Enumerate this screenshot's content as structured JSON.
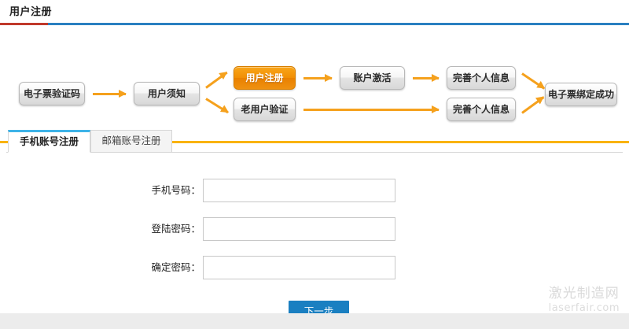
{
  "header": {
    "title": "用户注册",
    "rule_accent_color": "#c0392b",
    "rule_color": "#2a7fc1"
  },
  "flow": {
    "accent_color": "#f5a11d",
    "active_color": "#ef9110",
    "nodes": [
      {
        "id": "verify-code",
        "label": "电子票验证码",
        "active": false
      },
      {
        "id": "user-notice",
        "label": "用户须知",
        "active": false
      },
      {
        "id": "user-register",
        "label": "用户注册",
        "active": true
      },
      {
        "id": "old-user-verify",
        "label": "老用户验证",
        "active": false
      },
      {
        "id": "account-activate",
        "label": "账户激活",
        "active": false
      },
      {
        "id": "profile-top",
        "label": "完善个人信息",
        "active": false
      },
      {
        "id": "profile-bottom",
        "label": "完善个人信息",
        "active": false
      },
      {
        "id": "bind-success",
        "label": "电子票绑定成功",
        "active": false
      }
    ]
  },
  "tabs": {
    "items": [
      {
        "id": "phone",
        "label": "手机账号注册",
        "active": true
      },
      {
        "id": "email",
        "label": "邮箱账号注册",
        "active": false
      }
    ],
    "active_indicator_color": "#3eb3e8"
  },
  "form": {
    "fields": [
      {
        "id": "phone",
        "label": "手机号码：",
        "value": "",
        "placeholder": "",
        "type": "text"
      },
      {
        "id": "password",
        "label": "登陆密码：",
        "value": "",
        "placeholder": "",
        "type": "password"
      },
      {
        "id": "confirm_password",
        "label": "确定密码：",
        "value": "",
        "placeholder": "",
        "type": "password"
      }
    ],
    "submit_label": "下一步",
    "submit_color": "#1a7fc1"
  },
  "watermark": {
    "cn": "激光制造网",
    "en": "laserfair.com"
  }
}
